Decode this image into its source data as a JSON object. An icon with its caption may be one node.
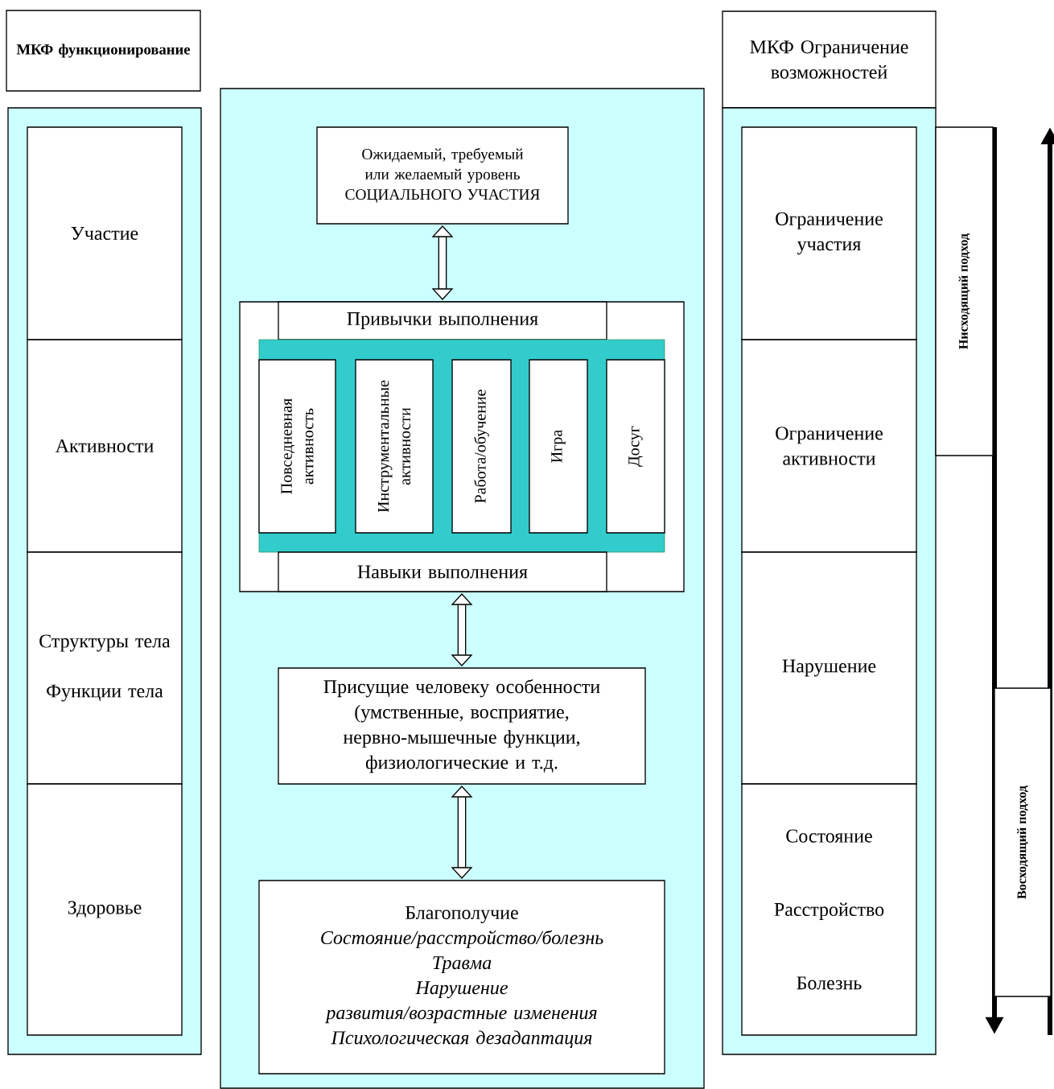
{
  "diagram": {
    "nodes": [
      {
        "text": [
          "МКФ функционирование"
        ]
      },
      {
        "text": [],
        "shape": "box"
      },
      {
        "text": [
          "Участие"
        ],
        "in": 1
      },
      {
        "text": [
          "Активности"
        ],
        "in": 1
      },
      {
        "text": [
          "Структуры тела",
          "Функции тела"
        ],
        "in": 1
      },
      {
        "text": [
          "Здоровье"
        ],
        "in": 1
      },
      {
        "text": [],
        "shape": "box"
      },
      {
        "text": [
          "Ожидаемый, требуемый или желаемый уровень",
          "СОЦИАЛЬНОГО УЧАСТИЯ"
        ],
        "in": 6
      },
      {
        "text": [],
        "shape": "box",
        "in": 6
      },
      {
        "text": [
          "Привычки выполнения"
        ],
        "in": 8
      },
      {
        "text": [],
        "shape": "box",
        "in": 8
      },
      {
        "text": [
          "Повседневная активность"
        ],
        "in": 10
      },
      {
        "text": [
          "Инструментальные активности"
        ],
        "in": 10
      },
      {
        "text": [
          "Работа/обучение"
        ],
        "in": 10
      },
      {
        "text": [
          "Игра"
        ],
        "in": 10
      },
      {
        "text": [
          "Досуг"
        ],
        "in": 10
      },
      {
        "text": [
          "Навыки выполнения"
        ],
        "in": 8
      },
      {
        "text": [
          "Присущие человеку особенности (умственные, восприятие, нервно-мышечные функции, физиологические  и т.д."
        ],
        "in": 6
      },
      {
        "text": [
          "Благополучие",
          "Состояние/расстройство/болезнь",
          "Травма",
          "Нарушение развития/возрастные изменения",
          "Психологическая дезадаптация"
        ],
        "in": 6
      },
      {
        "text": [
          "МКФ Ограничение возможностей"
        ]
      },
      {
        "text": [],
        "shape": "box"
      },
      {
        "text": [
          "Ограничение участия"
        ],
        "in": 20
      },
      {
        "text": [
          "Ограничение активности"
        ],
        "in": 20
      },
      {
        "text": [
          "Нарушение"
        ],
        "in": 20
      },
      {
        "text": [
          "Состояние",
          "Расстройство",
          "Болезнь"
        ],
        "in": 20
      },
      {
        "text": [
          "Нисходящий подход"
        ]
      },
      {
        "text": [
          "Восходящий подход"
        ]
      }
    ],
    "edges": [
      {
        "from": 7,
        "to": 8,
        "arrow": "both"
      },
      {
        "from": 8,
        "to": 17,
        "arrow": "both"
      },
      {
        "from": 17,
        "to": 18,
        "arrow": "both"
      }
    ]
  }
}
